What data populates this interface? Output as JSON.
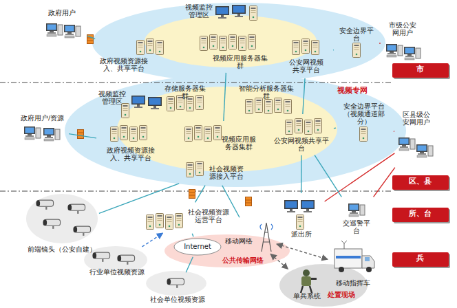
{
  "diagram": {
    "nodes": [
      {
        "text": [
          "视频专网"
        ]
      },
      {
        "text": [
          "视频监控管理区"
        ],
        "in": 0
      },
      {
        "text": [
          "视频应用服务器集群"
        ],
        "in": 0
      },
      {
        "text": [
          "政府视频资源接入、共享平台"
        ],
        "in": 0
      },
      {
        "text": [
          "公安网视频共享平台"
        ],
        "in": 0
      },
      {
        "text": [
          "安全边界平台"
        ]
      },
      {
        "text": [
          "市级公安网用户"
        ]
      },
      {
        "text": [
          "政府用户"
        ]
      },
      {
        "text": [
          "视频监控管理区"
        ],
        "in": 0
      },
      {
        "text": [
          "存储服务器集群"
        ],
        "in": 0
      },
      {
        "text": [
          "智能分析服务器集群"
        ],
        "in": 0
      },
      {
        "text": [
          "视频应用服务器集群"
        ],
        "in": 0
      },
      {
        "text": [
          "政府视频资源接入、共享平台"
        ],
        "in": 0
      },
      {
        "text": [
          "公安网视频共享平台"
        ],
        "in": 0
      },
      {
        "text": [
          "社会视频资源接入平台"
        ],
        "in": 0
      },
      {
        "text": [
          "安全边界平台（视频通道部分）"
        ]
      },
      {
        "text": [
          "区县级公安网用户"
        ]
      },
      {
        "text": [
          "政府用户/资源"
        ]
      },
      {
        "text": [
          "前端镜头（公安自建）"
        ]
      },
      {
        "text": [
          "社会视频资源运营平台"
        ]
      },
      {
        "text": [
          "公共传输网络"
        ]
      },
      {
        "text": [
          "Internet"
        ],
        "in": 20
      },
      {
        "text": [
          "移动网络"
        ]
      },
      {
        "text": [
          "派出所"
        ]
      },
      {
        "text": [
          "交巡警平台"
        ]
      },
      {
        "text": [
          "行业单位视频资源"
        ]
      },
      {
        "text": [
          "社会单位视频资源"
        ]
      },
      {
        "text": [
          "处置现场"
        ]
      },
      {
        "text": [
          "单兵系统"
        ],
        "in": 27
      },
      {
        "text": [
          "移动指挥车"
        ]
      },
      {
        "text": [
          "市"
        ]
      },
      {
        "text": [
          "区、县"
        ]
      },
      {
        "text": [
          "所、台"
        ]
      },
      {
        "text": [
          "兵"
        ]
      }
    ],
    "edges": [
      {
        "from": 7,
        "to": 3,
        "arrow": "none"
      },
      {
        "from": 6,
        "to": 5,
        "arrow": "none"
      },
      {
        "from": 5,
        "to": 4,
        "arrow": "none"
      },
      {
        "from": 2,
        "to": 11,
        "arrow": "none"
      },
      {
        "from": 4,
        "to": 13,
        "arrow": "none"
      },
      {
        "from": 17,
        "to": 12,
        "arrow": "none"
      },
      {
        "from": 16,
        "to": 15,
        "arrow": "none"
      },
      {
        "from": 15,
        "to": 13,
        "arrow": "none"
      },
      {
        "from": 18,
        "to": 14,
        "arrow": "none"
      },
      {
        "from": 14,
        "to": 19,
        "arrow": "none"
      },
      {
        "from": 19,
        "to": 21,
        "arrow": "none"
      },
      {
        "from": 25,
        "to": 19,
        "arrow": "to"
      },
      {
        "from": 26,
        "to": 21,
        "arrow": "none"
      },
      {
        "from": 22,
        "to": 14,
        "arrow": "none"
      },
      {
        "from": 22,
        "to": 29,
        "arrow": "both"
      },
      {
        "from": 22,
        "to": 28,
        "arrow": "both"
      },
      {
        "from": 23,
        "to": 13,
        "arrow": "none"
      },
      {
        "from": 23,
        "to": 16,
        "arrow": "none"
      },
      {
        "from": 24,
        "to": 13,
        "arrow": "none"
      },
      {
        "from": 24,
        "to": 16,
        "arrow": "none"
      }
    ]
  }
}
